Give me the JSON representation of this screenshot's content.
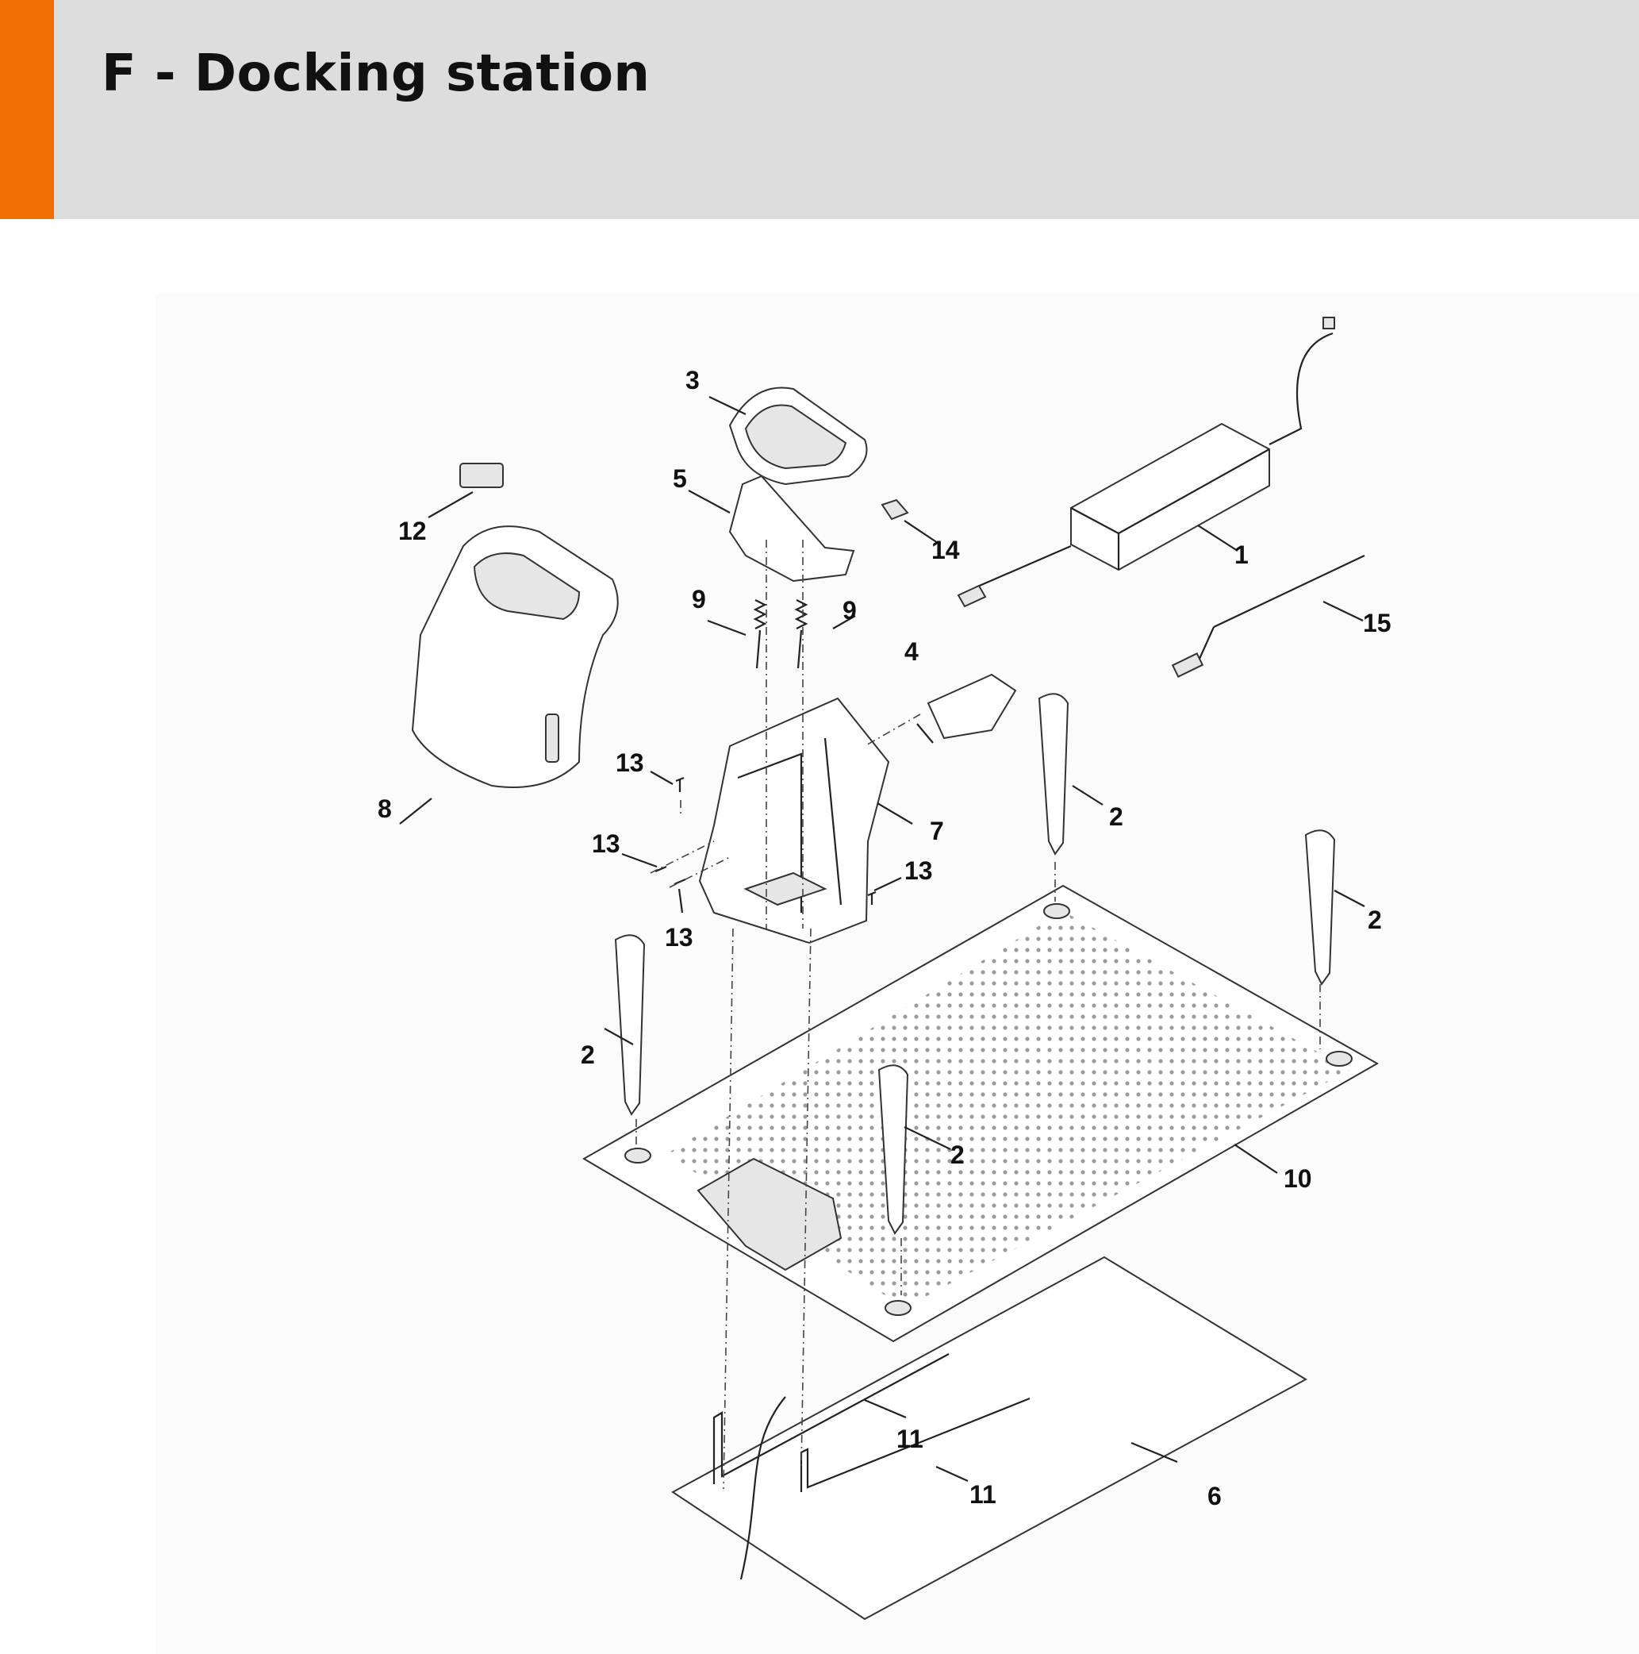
{
  "header": {
    "title": "F - Docking station",
    "accent_color": "#ef7000",
    "background_color": "#dcdddc"
  },
  "diagram": {
    "callouts": [
      {
        "id": "c1",
        "label": "1"
      },
      {
        "id": "c2a",
        "label": "2"
      },
      {
        "id": "c2b",
        "label": "2"
      },
      {
        "id": "c2c",
        "label": "2"
      },
      {
        "id": "c2d",
        "label": "2"
      },
      {
        "id": "c3",
        "label": "3"
      },
      {
        "id": "c4",
        "label": "4"
      },
      {
        "id": "c5",
        "label": "5"
      },
      {
        "id": "c6",
        "label": "6"
      },
      {
        "id": "c7",
        "label": "7"
      },
      {
        "id": "c8",
        "label": "8"
      },
      {
        "id": "c9a",
        "label": "9"
      },
      {
        "id": "c9b",
        "label": "9"
      },
      {
        "id": "c10",
        "label": "10"
      },
      {
        "id": "c11a",
        "label": "11"
      },
      {
        "id": "c11b",
        "label": "11"
      },
      {
        "id": "c12",
        "label": "12"
      },
      {
        "id": "c13a",
        "label": "13"
      },
      {
        "id": "c13b",
        "label": "13"
      },
      {
        "id": "c13c",
        "label": "13"
      },
      {
        "id": "c13d",
        "label": "13"
      },
      {
        "id": "c14",
        "label": "14"
      },
      {
        "id": "c15",
        "label": "15"
      }
    ]
  }
}
